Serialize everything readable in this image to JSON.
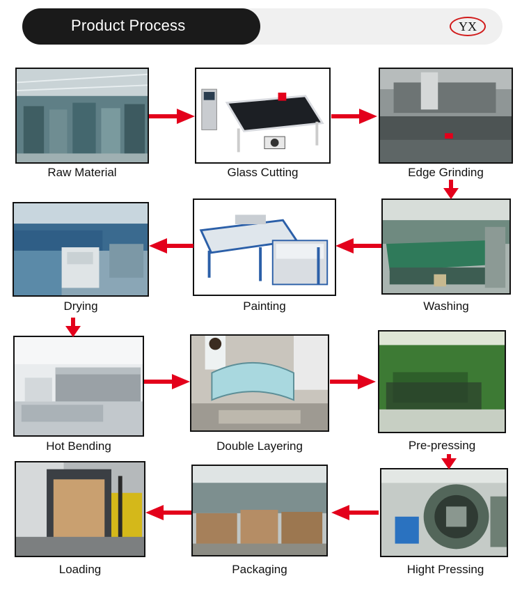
{
  "header": {
    "title": "Product Process",
    "logo_text": "YX"
  },
  "colors": {
    "header_dark": "#1a1a1a",
    "header_light": "#f0f0f0",
    "arrow": "#e3001b",
    "logo_ring": "#d11a1a"
  },
  "steps": [
    {
      "label": "Raw Material"
    },
    {
      "label": "Glass Cutting"
    },
    {
      "label": "Edge Grinding"
    },
    {
      "label": "Washing"
    },
    {
      "label": "Painting"
    },
    {
      "label": "Drying"
    },
    {
      "label": "Hot Bending"
    },
    {
      "label": "Double Layering"
    },
    {
      "label": "Pre-pressing"
    },
    {
      "label": "Hight Pressing"
    },
    {
      "label": "Packaging"
    },
    {
      "label": "Loading"
    }
  ]
}
